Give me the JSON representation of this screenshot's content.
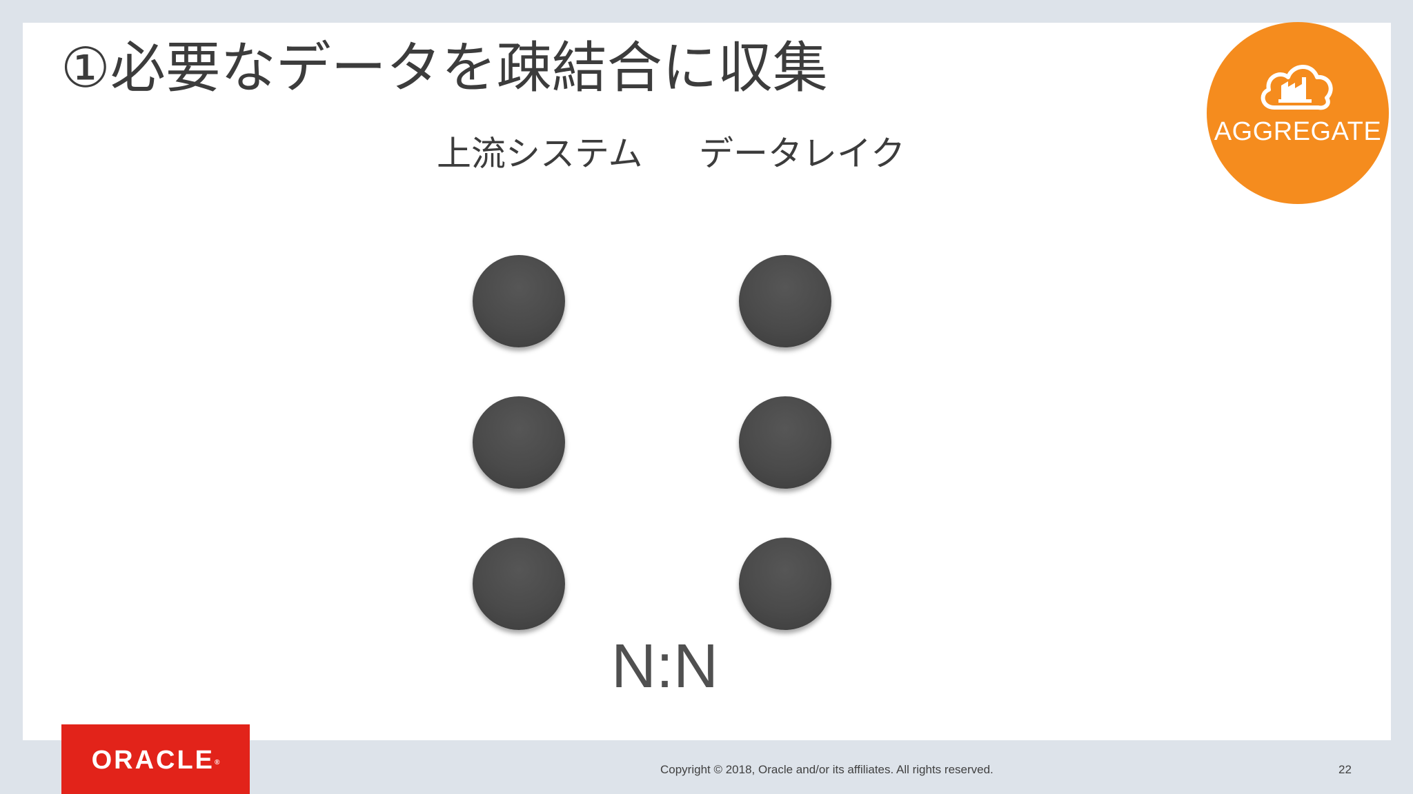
{
  "slide": {
    "title": "①必要なデータを疎結合に収集",
    "left_column_header": "上流システム",
    "right_column_header": "データレイク",
    "left_node_count": 3,
    "right_node_count": 3,
    "ratio_label": "N:N"
  },
  "badge": {
    "label": "AGGREGATE",
    "icon": "cloud-factory-icon",
    "color": "#f58c1e"
  },
  "footer": {
    "logo_text": "ORACLE",
    "logo_mark": "®",
    "logo_color": "#e2231a",
    "copyright": "Copyright © 2018, Oracle and/or its affiliates. All rights reserved.",
    "page_number": "22"
  }
}
